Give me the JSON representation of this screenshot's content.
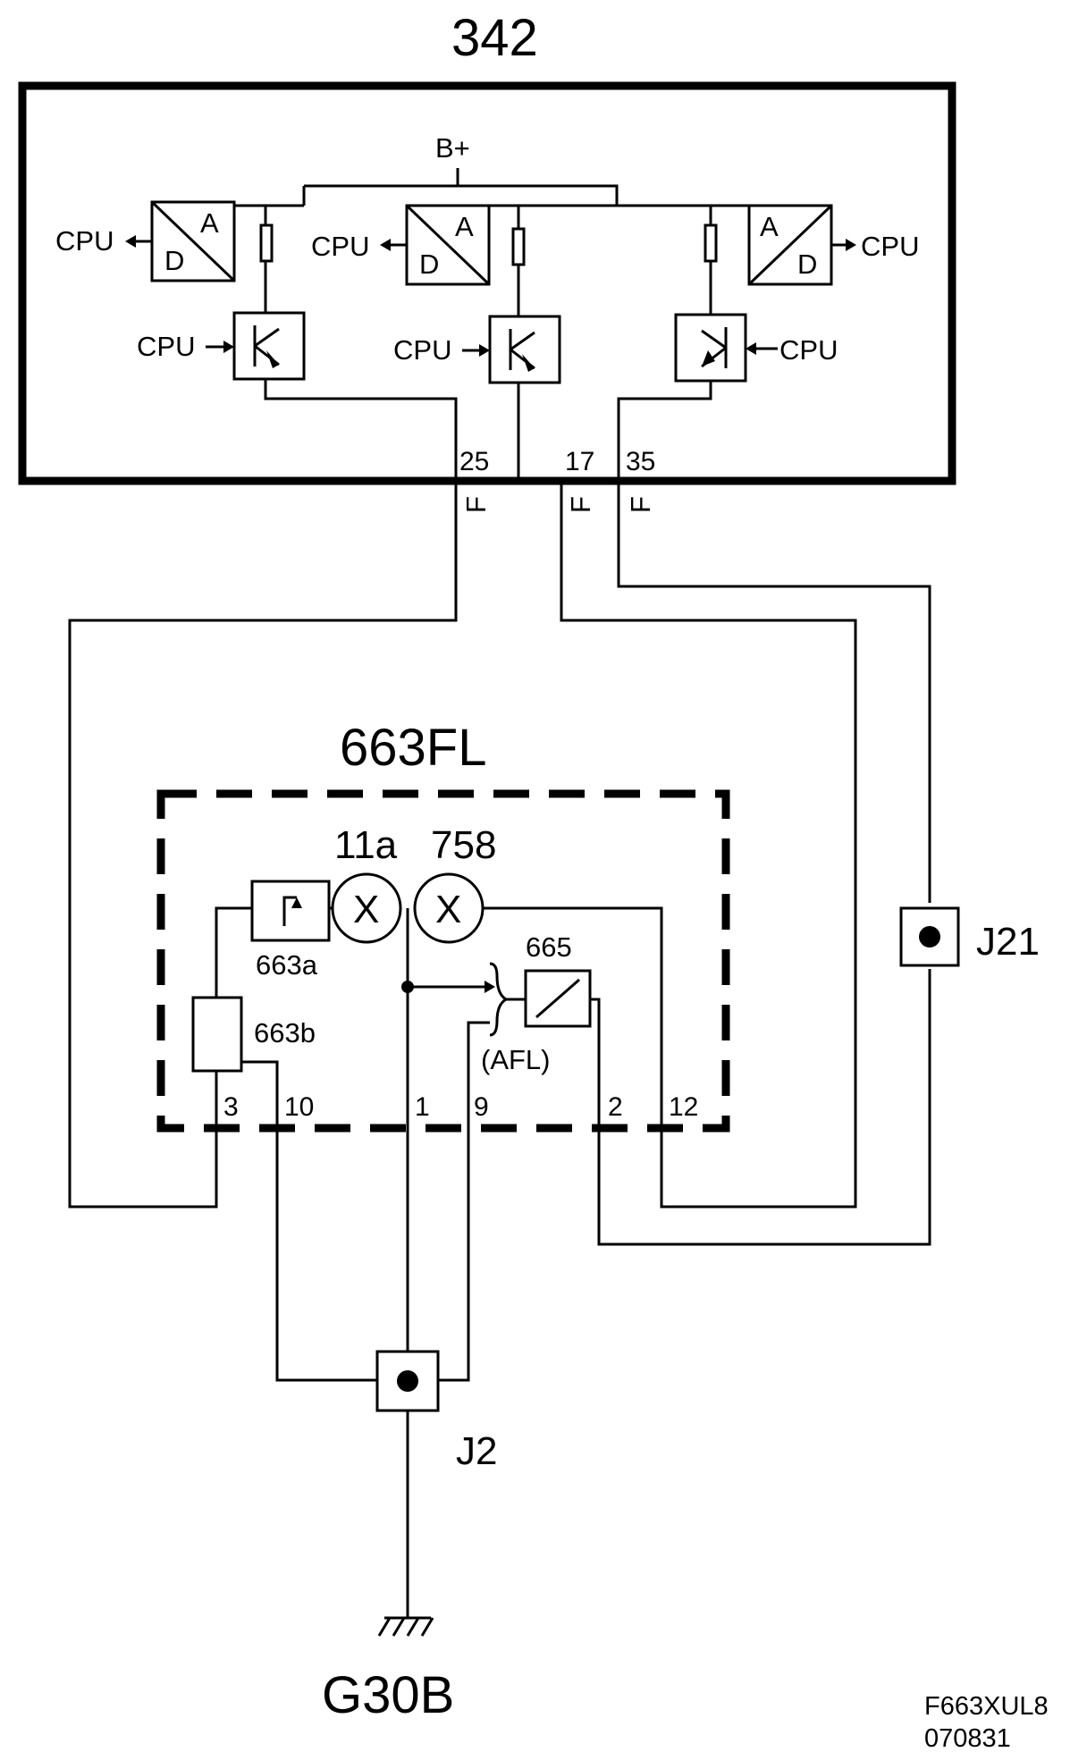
{
  "module_342": {
    "title": "342",
    "supply": "B+",
    "cpu_label": "CPU",
    "adc_a": "A",
    "adc_d": "D",
    "pins": [
      "25",
      "17",
      "35"
    ],
    "fuse_marker": "F"
  },
  "module_663fl": {
    "title": "663FL",
    "lamp_11a": "11a",
    "lamp_758": "758",
    "lamp_symbol": "X",
    "switch_663a": "663a",
    "resistor_663b": "663b",
    "relay_665": "665",
    "afl_note": "(AFL)",
    "pins": [
      "3",
      "10",
      "1",
      "9",
      "2",
      "12"
    ]
  },
  "connectors": {
    "j21": "J21",
    "j2": "J2"
  },
  "ground": "G30B",
  "footer": {
    "code": "F663XUL8",
    "date": "070831"
  }
}
